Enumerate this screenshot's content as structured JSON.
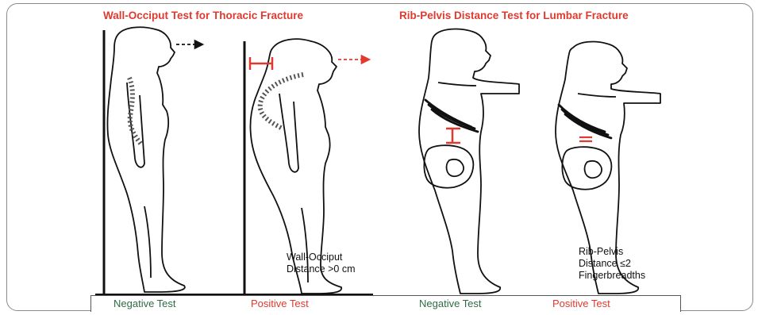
{
  "titles": {
    "left": "Wall-Occiput Test for Thoracic Fracture",
    "right": "Rib-Pelvis Distance Test for Lumbar Fracture"
  },
  "notes": {
    "wall_line1": "Wall-Occiput",
    "wall_line2": "Distance >0 cm",
    "rib_line1": "Rib-Pelvis",
    "rib_line2": "Distance ≤2",
    "rib_line3": "Fingerbreadths"
  },
  "captions": {
    "panel1": "Negative Test",
    "panel2": "Positive Test",
    "panel3": "Negative Test",
    "panel4": "Positive Test"
  },
  "colors": {
    "title": "#e03a2f",
    "negative": "#2e6b45",
    "positive": "#e03a2f",
    "line": "#111111"
  }
}
